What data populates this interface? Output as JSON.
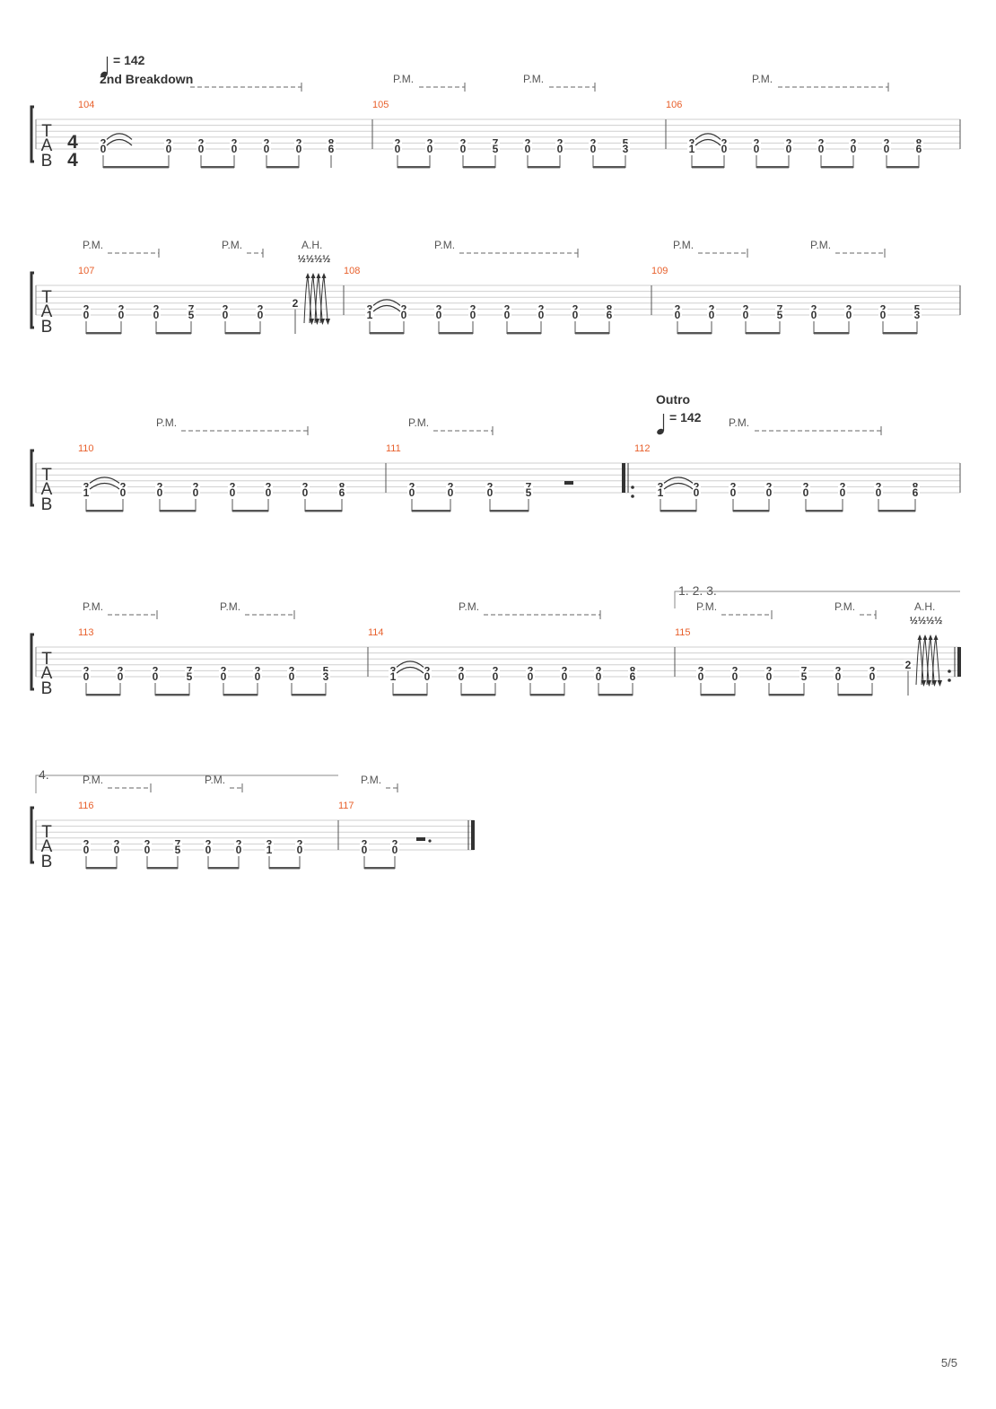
{
  "page_number": "5/5",
  "labels": {
    "section_2nd_breakdown": "2nd Breakdown",
    "section_outro": "Outro",
    "tempo_value": "= 142",
    "palm_mute": "P.M.",
    "artificial_harmonic": "A.H.",
    "bend_amount": "½½½½",
    "volta_first": "1. 2. 3.",
    "volta_last": "4.",
    "tab_t": "T",
    "tab_a": "A",
    "tab_b": "B",
    "time_sig_top": "4",
    "time_sig_bottom": "4"
  },
  "measures": [
    {
      "number": "104"
    },
    {
      "number": "105"
    },
    {
      "number": "106"
    },
    {
      "number": "107"
    },
    {
      "number": "108"
    },
    {
      "number": "109"
    },
    {
      "number": "110"
    },
    {
      "number": "111"
    },
    {
      "number": "112"
    },
    {
      "number": "113"
    },
    {
      "number": "114"
    },
    {
      "number": "115"
    },
    {
      "number": "116"
    },
    {
      "number": "117"
    }
  ]
}
